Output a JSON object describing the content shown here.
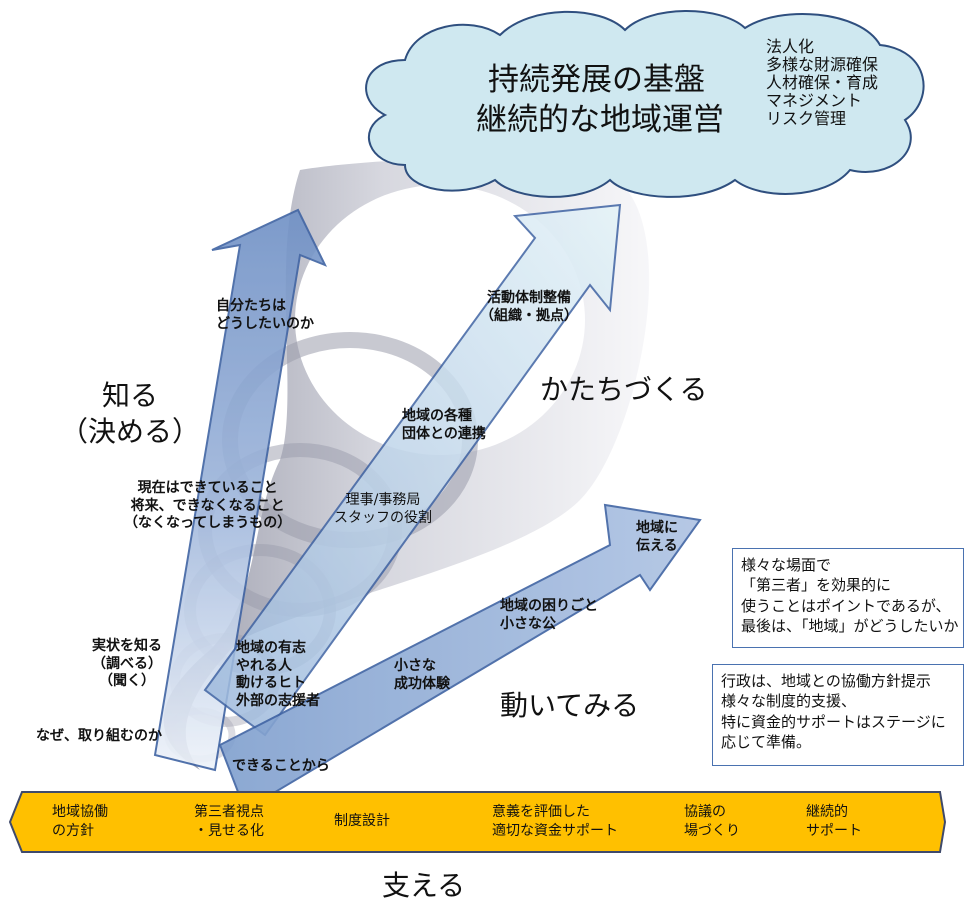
{
  "cloud": {
    "title_line1": "持続発展の基盤",
    "title_line2": "継続的な地域運営",
    "items": [
      "法人化",
      "多様な財源確保",
      "人材確保・育成",
      "マネジメント",
      "リスク管理"
    ]
  },
  "stages": {
    "shiru": "知る\n（決める）",
    "katachi": "かたちづくる",
    "ugoku": "動いてみる",
    "sasaeru": "支える"
  },
  "left_arrow": {
    "top": "自分たちは\nどうしたいのか",
    "mid": "現在はできていること\n将来、できなくなること\n（なくなってしまうもの）",
    "bottom": "実状を知る\n（調べる）\n（聞く）"
  },
  "middle_arrow": {
    "top": "活動体制整備\n（組織・拠点）",
    "mid": "地域の各種\n団体との連携",
    "lower": "理事/事務局\nスタッフの役割",
    "bottom": "地域の有志\nやれる人\n動けるヒト\n外部の志援者"
  },
  "right_arrow": {
    "top": "地域に\n伝える",
    "mid": "地域の困りごと\n小さな公",
    "lower": "小さな\n成功体験",
    "bottom": "できることから"
  },
  "start_label": "なぜ、取り組むのか",
  "note1": "様々な場面で\n「第三者」を効果的に\n使うことはポイントであるが、\n最後は、「地域」がどうしたいか",
  "note2": "行政は、地域との協働方針提示\n様々な制度的支援、\n特に資金的サポートはステージに\n応じて準備。",
  "band": {
    "items": [
      "地域協働\nの方針",
      "第三者視点\n・見せる化",
      "制度設計",
      "意義を評価した\n適切な資金サポート",
      "協議の\n場づくり",
      "継続的\nサポート"
    ],
    "color": "#ffc000"
  },
  "colors": {
    "arrow_fill_dark": "#7f9fce",
    "arrow_fill_light": "#d7ebf4",
    "arrow_stroke": "#3f63a3",
    "cloud_fill": "#cfe8f0",
    "cloud_stroke": "#2f4f7f"
  }
}
